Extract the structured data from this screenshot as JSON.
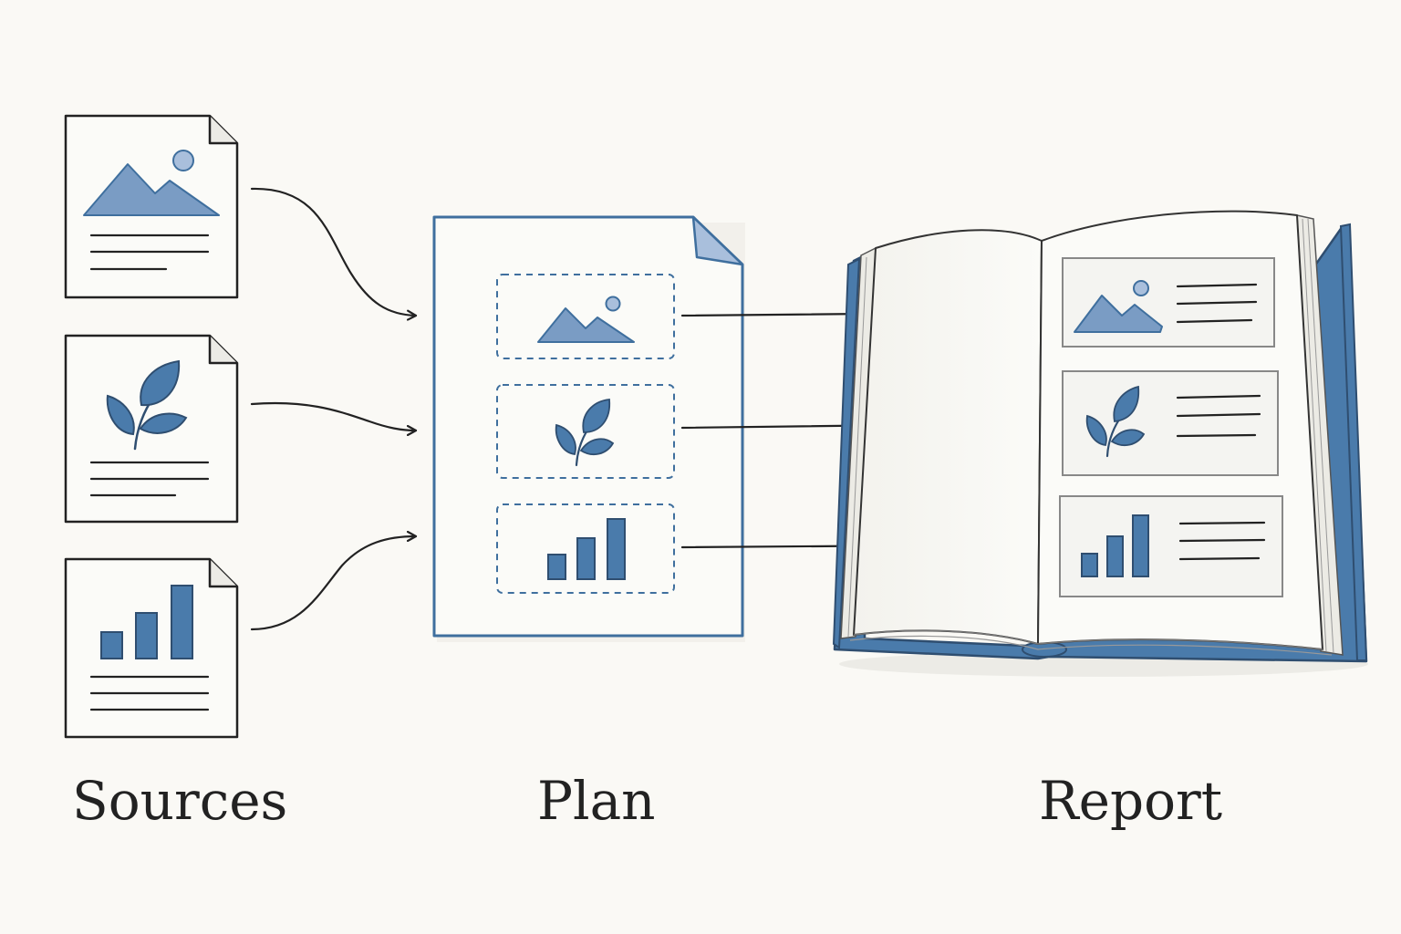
{
  "diagram": {
    "columns": [
      {
        "id": "sources",
        "label": "Sources"
      },
      {
        "id": "plan",
        "label": "Plan"
      },
      {
        "id": "report",
        "label": "Report"
      }
    ],
    "source_documents": [
      {
        "id": "image-doc",
        "icon": "mountain-image-icon"
      },
      {
        "id": "plant-doc",
        "icon": "leaf-sprout-icon"
      },
      {
        "id": "chart-doc",
        "icon": "bar-chart-icon"
      }
    ],
    "plan_slots": [
      {
        "id": "image-slot",
        "icon": "mountain-image-icon"
      },
      {
        "id": "plant-slot",
        "icon": "leaf-sprout-icon"
      },
      {
        "id": "chart-slot",
        "icon": "bar-chart-icon"
      }
    ],
    "report_sections": [
      {
        "id": "image-section",
        "icon": "mountain-image-icon"
      },
      {
        "id": "plant-section",
        "icon": "leaf-sprout-icon"
      },
      {
        "id": "chart-section",
        "icon": "bar-chart-icon"
      }
    ]
  },
  "colors": {
    "background": "#faf9f5",
    "accent_blue": "#3f6f9e",
    "light_blue": "#7a9cc4",
    "ink": "#222222",
    "paper": "#fbfbf8"
  }
}
